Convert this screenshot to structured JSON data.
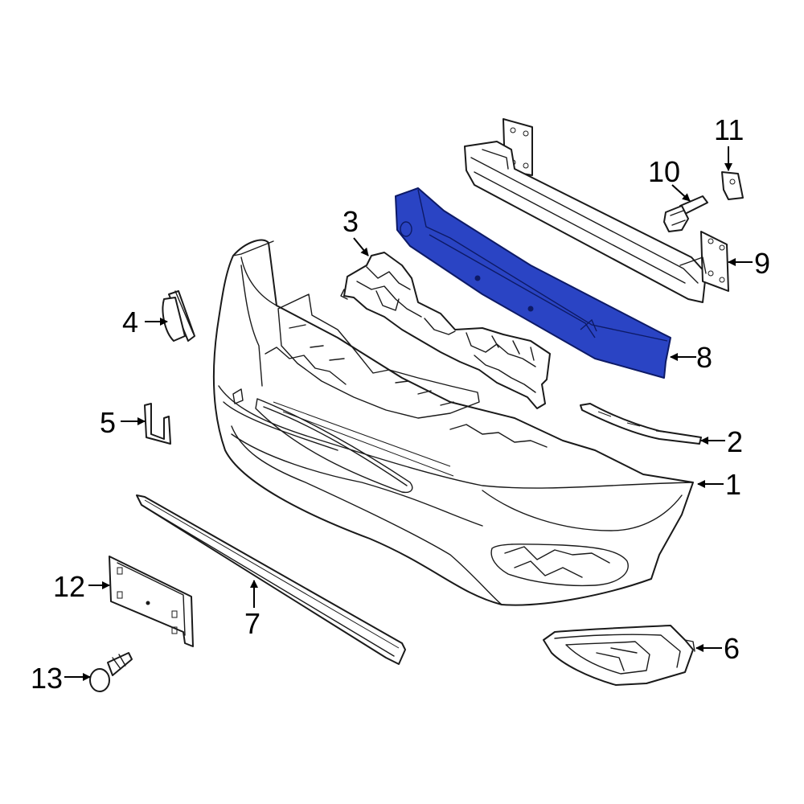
{
  "highlight_color": "#2a44c4",
  "callouts": {
    "c1": "1",
    "c2": "2",
    "c3": "3",
    "c4": "4",
    "c5": "5",
    "c6": "6",
    "c7": "7",
    "c8": "8",
    "c9": "9",
    "c10": "10",
    "c11": "11",
    "c12": "12",
    "c13": "13"
  },
  "highlighted_part": "8"
}
